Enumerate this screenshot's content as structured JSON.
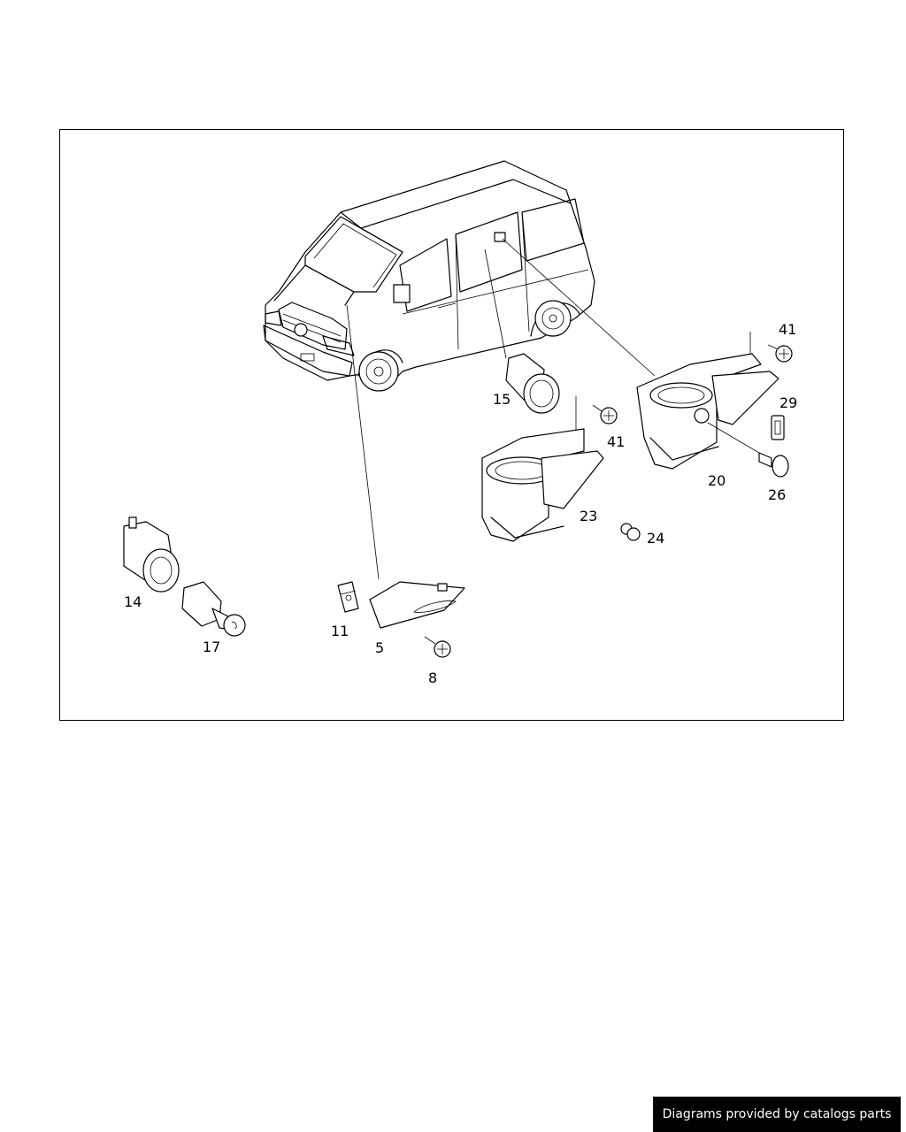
{
  "diagram": {
    "callouts": {
      "c15": "15",
      "c41a": "41",
      "c41b": "41",
      "c29": "29",
      "c20": "20",
      "c26": "26",
      "c23": "23",
      "c24": "24",
      "c14": "14",
      "c17": "17",
      "c11": "11",
      "c5": "5",
      "c8": "8"
    }
  },
  "footer": {
    "credit": "Diagrams provided by catalogs parts"
  },
  "colors": {
    "line": "#000000",
    "background": "#ffffff",
    "badge": "#000000"
  }
}
